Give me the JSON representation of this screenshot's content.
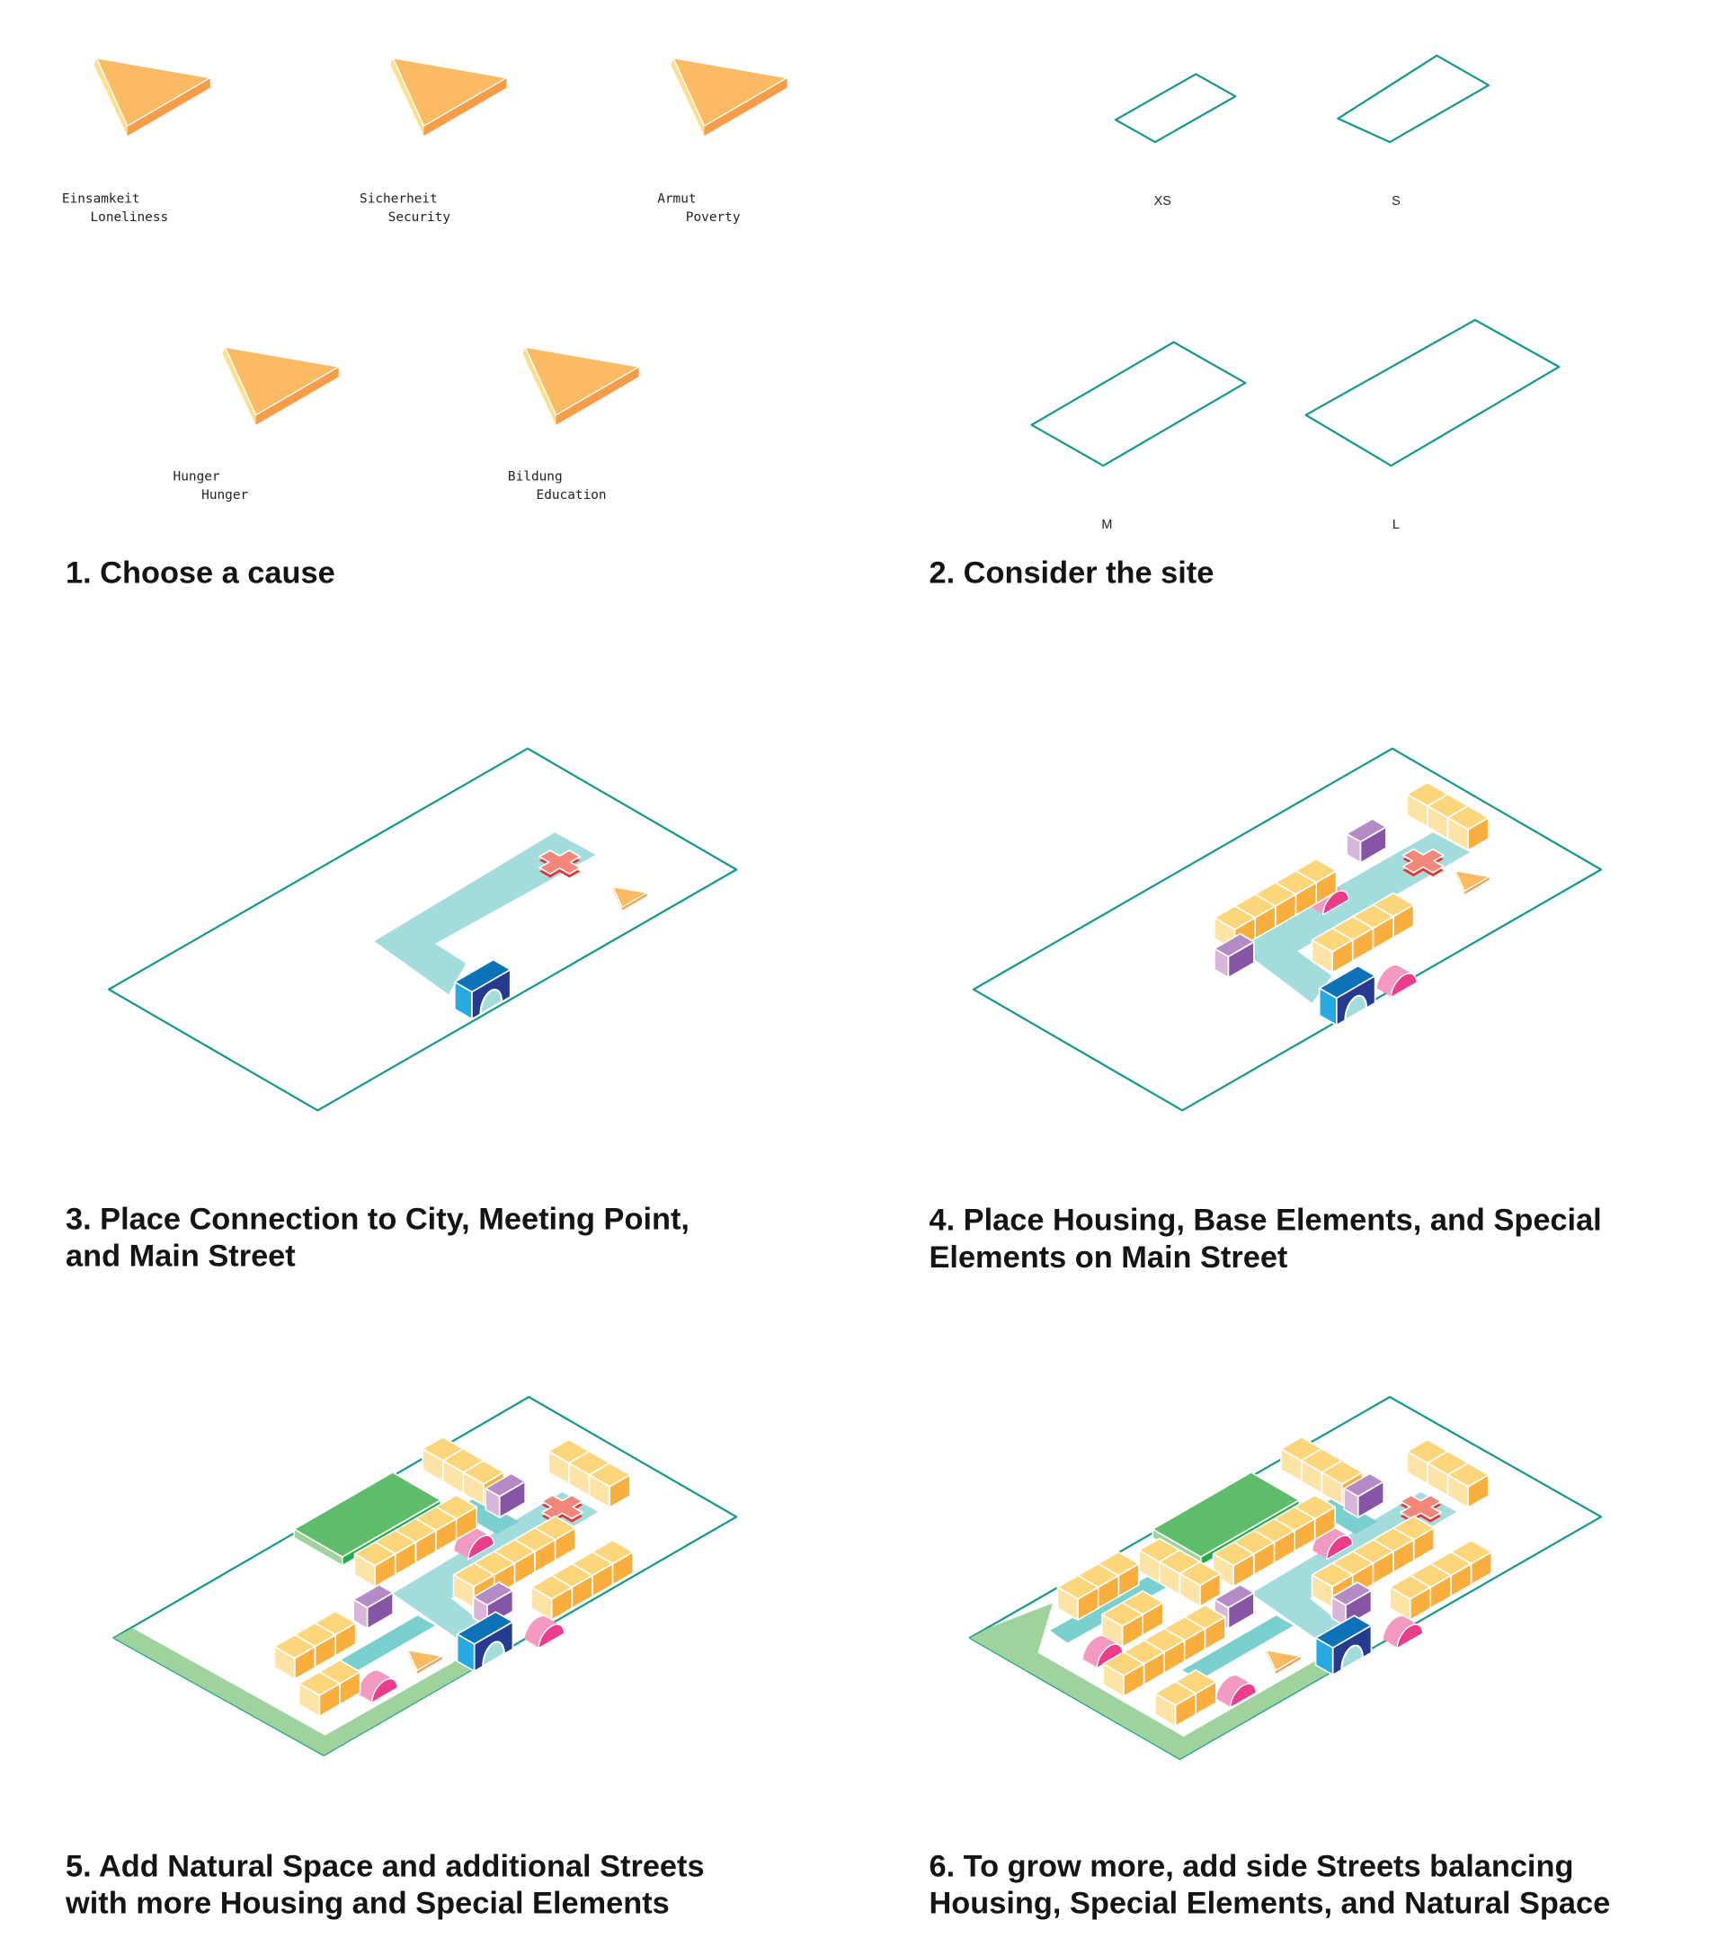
{
  "steps": [
    {
      "title_lines": [
        "1. Choose a cause"
      ]
    },
    {
      "title_lines": [
        "2. Consider the site"
      ]
    },
    {
      "title_lines": [
        "3. Place Connection to City, Meeting Point,",
        "and Main Street"
      ]
    },
    {
      "title_lines": [
        "4. Place Housing, Base Elements, and Special",
        "Elements on Main Street"
      ]
    },
    {
      "title_lines": [
        "5. Add Natural Space and additional Streets",
        "with more Housing and Special Elements"
      ]
    },
    {
      "title_lines": [
        "6. To grow more, add side Streets balancing",
        "Housing, Special Elements, and Natural Space"
      ]
    }
  ],
  "causes": [
    {
      "de": "Einsamkeit",
      "en": "Loneliness"
    },
    {
      "de": "Sicherheit",
      "en": "Security"
    },
    {
      "de": "Armut",
      "en": "Poverty"
    },
    {
      "de": "Hunger",
      "en": "Hunger"
    },
    {
      "de": "Bildung",
      "en": "Education"
    }
  ],
  "site_sizes": [
    "XS",
    "S",
    "M",
    "L"
  ],
  "colors": {
    "site_outline": "#12998a",
    "street": "#a3dcdc",
    "side_street": "#7acfcf",
    "housing": [
      "#fdd57a",
      "#fde3a6",
      "#f9ae3d"
    ],
    "base_element": [
      "#b48bc4",
      "#d9b5d9",
      "#8655a5"
    ],
    "connection": [
      "#0e72b8",
      "#27a9e1",
      "#263b8f"
    ],
    "special_element": [
      "#f49ac1",
      "#ec3d8c"
    ],
    "meeting_point": "#f4877a",
    "cause": [
      "#fcbb63",
      "#fde08e",
      "#f89c4a"
    ],
    "park": [
      "#5dbd6a",
      "#9ed49c",
      "#22ad4a"
    ],
    "natural_space": "#9ed49c"
  }
}
